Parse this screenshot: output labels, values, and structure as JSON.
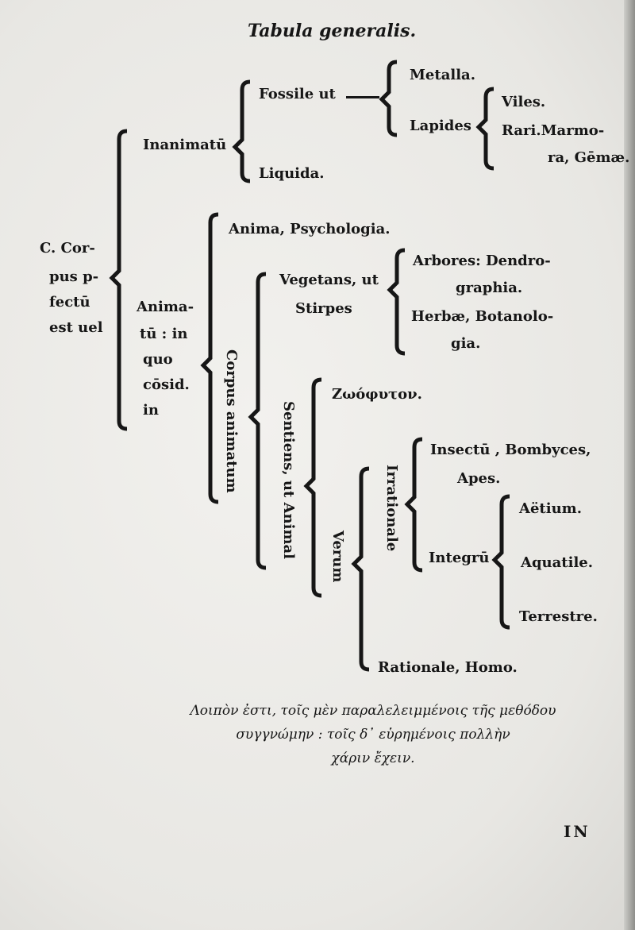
{
  "title": "Tabula generalis.",
  "tree": {
    "root": [
      "C. Cor-",
      "pus p-",
      "fectū",
      "est uel"
    ],
    "inanimatum": "Inanimatū",
    "fossile": "Fossile ut",
    "metalla": "Metalla.",
    "lapides": "Lapides",
    "viles": "Viles.",
    "rari": [
      "Rari.Marmo-",
      "ra, Gēmæ."
    ],
    "liquida": "Liquida.",
    "animatum": [
      "Anima-",
      "tū : in",
      "quo",
      "cōsid.",
      "in"
    ],
    "anima": "Anima, Psychologia.",
    "corpus_animatum": "Corpus animatum",
    "vegetans": [
      "Vegetans, ut",
      "Stirpes"
    ],
    "arbores": [
      "Arbores: Dendro-",
      "graphia."
    ],
    "herbae": [
      "Herbæ, Botanolo-",
      "gia."
    ],
    "sentiens": "Sentiens, ut Animal",
    "zoophyton": "Ζωόφυτον.",
    "verum": "Verum",
    "irrationale": "Irrationale",
    "insectum": [
      "Insectū , Bombyces,",
      "Apes."
    ],
    "integrum": "Integrū",
    "aetium": "Aëtium.",
    "aquatile": "Aquatile.",
    "terrestre": "Terrestre.",
    "rationale": "Rationale, Homo."
  },
  "greek_text": [
    "Λοιπὸν ἐστι, τοῖς μὲν παραλελειμμένοις τῆς μεθόδου",
    "συγγνώμην : τοῖς δ᾽ εὑρημένοις πολλὴν",
    "χάριν ἔχειν."
  ],
  "page_signature": "IN"
}
